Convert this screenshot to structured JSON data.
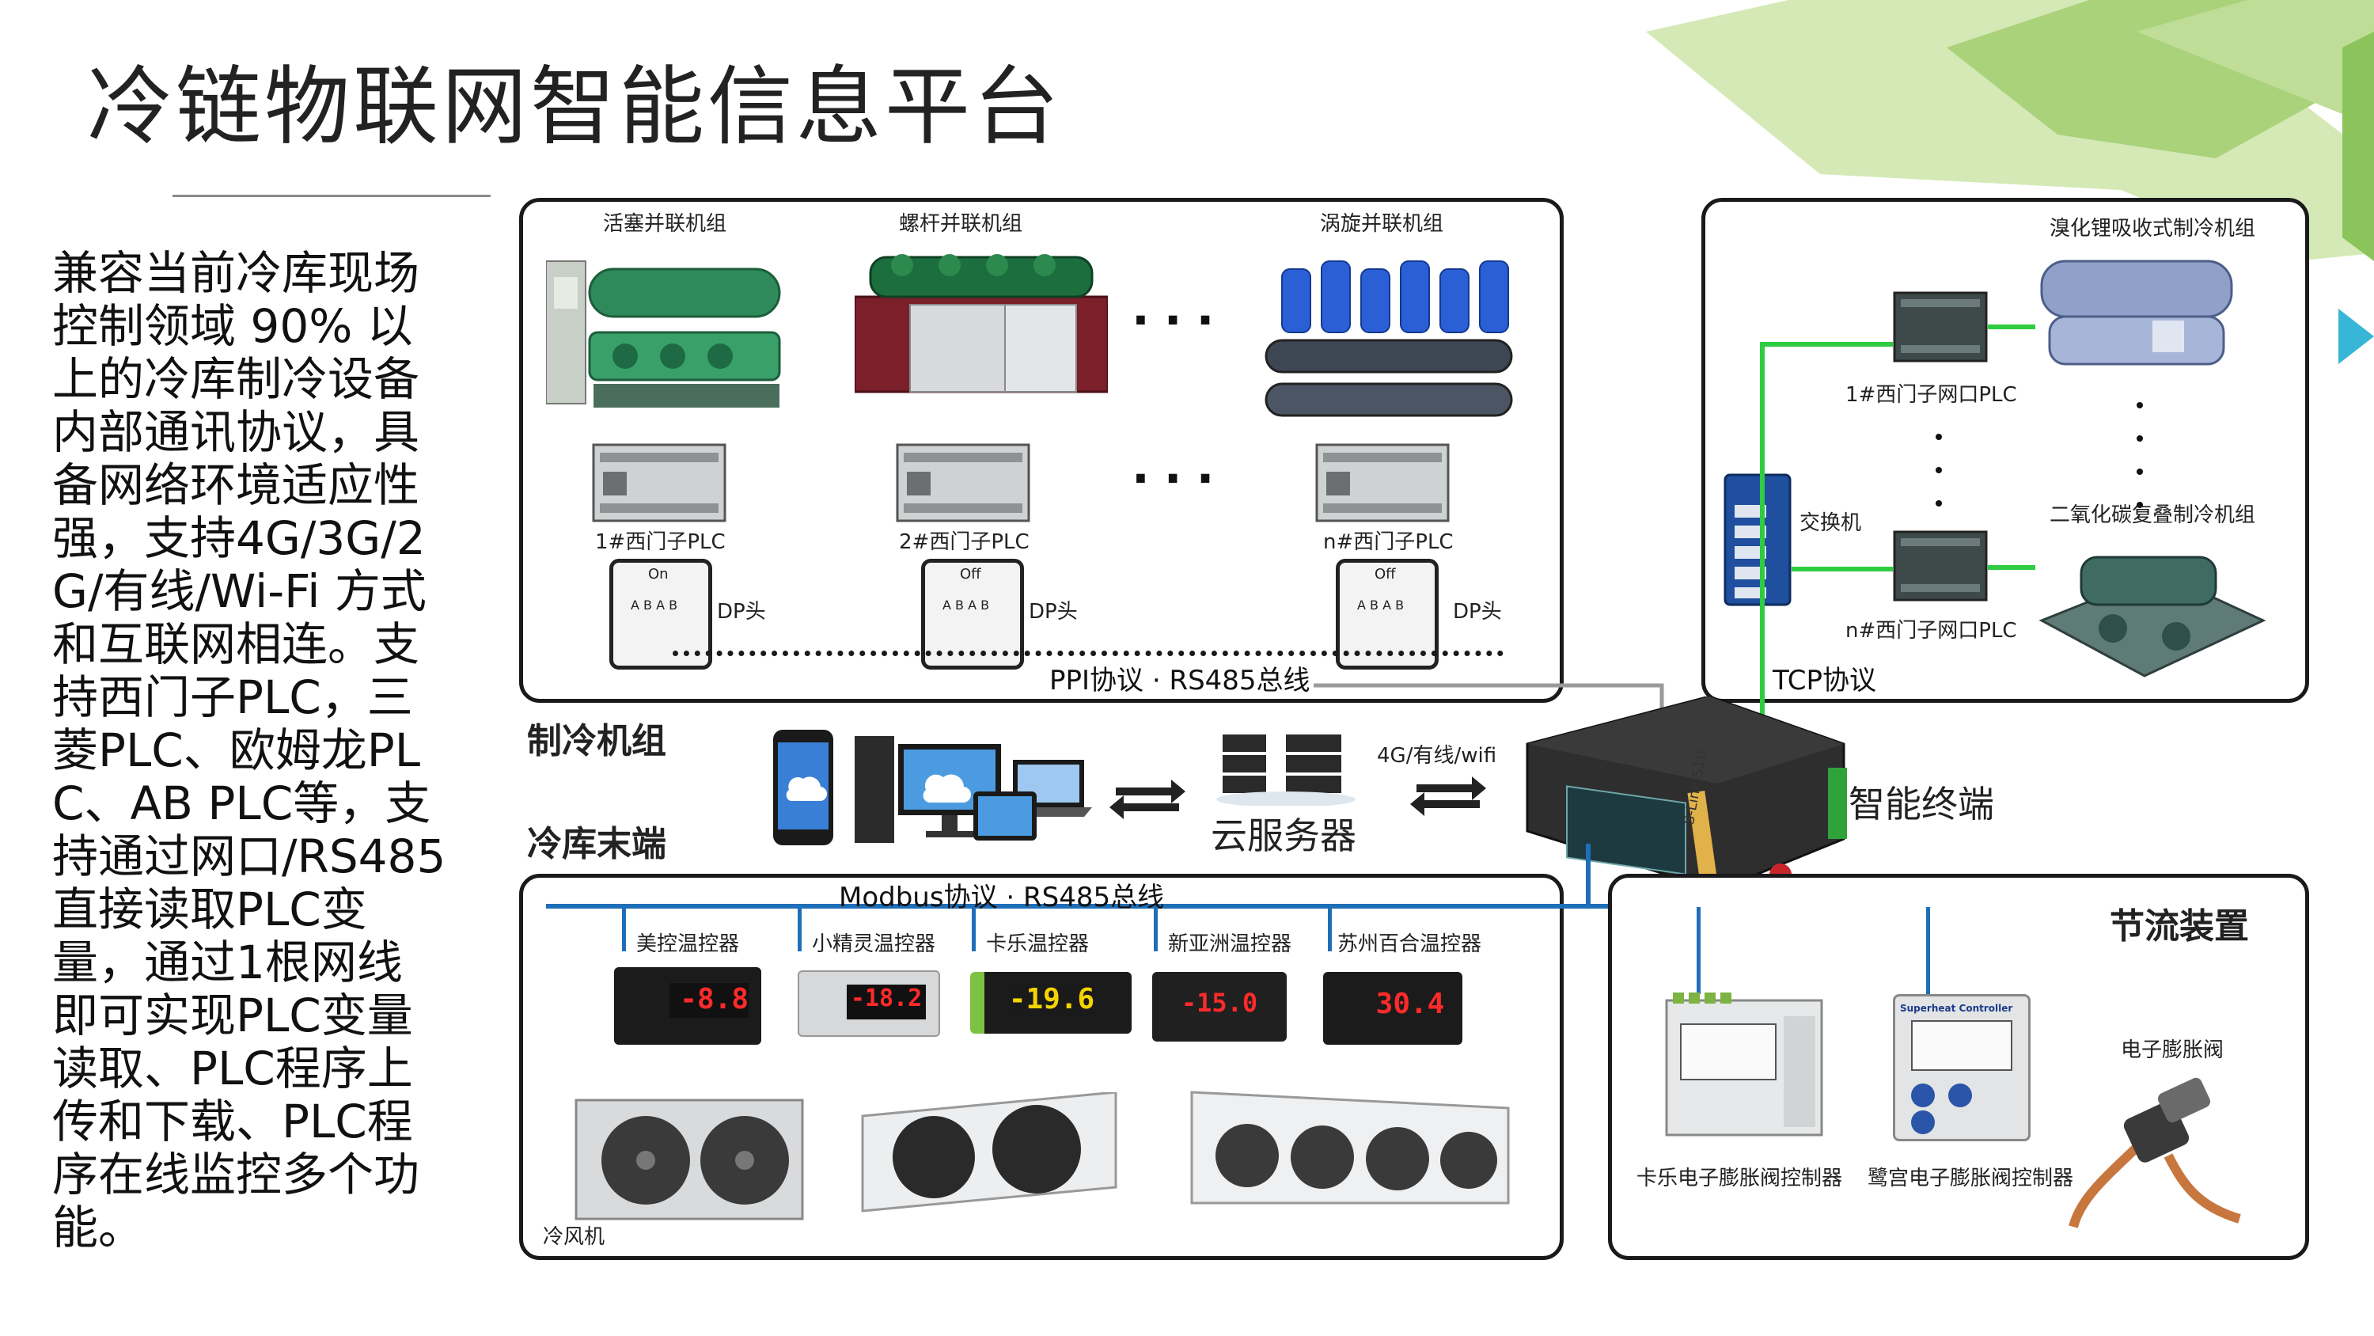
{
  "title": "冷链物联网智能信息平台",
  "description": "兼容当前冷库现场控制领域 90% 以上的冷库制冷设备内部通讯协议，具备网络环境适应性强，支持4G/3G/2G/有线/Wi-Fi 方式和互联网相连。支持西门子PLC，三菱PLC、欧姆龙PLC、AB PLC等，支持通过网口/RS485直接读取PLC变量，通过1根网线即可实现PLC变量读取、PLC程序上传和下载、PLC程序在线监控多个功能。",
  "units": {
    "u1": "活塞并联机组",
    "u2": "螺杆并联机组",
    "u3": "涡旋并联机组"
  },
  "plcs": {
    "p1": "1#西门子PLC",
    "p2": "2#西门子PLC",
    "p3": "n#西门子PLC"
  },
  "dp_head": "DP头",
  "dp_switch": {
    "s1": "On",
    "s2": "Off",
    "s3": "Off",
    "pins": "A B A B"
  },
  "ppi_bus": "PPI协议 · RS485总线",
  "section_refrigeration": "制冷机组",
  "section_cold_end": "冷库末端",
  "cloud_server": "云服务器",
  "network_4g": "4G/有线/wifi",
  "smart_terminal": "智能终端",
  "terminal_model": "S-Link S10",
  "right_top": {
    "chiller1": "溴化锂吸收式制冷机组",
    "plc1": "1#西门子网口PLC",
    "switch": "交换机",
    "chiller2": "二氧化碳复叠制冷机组",
    "plcn": "n#西门子网口PLC",
    "tcp": "TCP协议"
  },
  "modbus_bus": "Modbus协议 · RS485总线",
  "controllers": {
    "c1": "美控温控器",
    "c2": "小精灵温控器",
    "c3": "卡乐温控器",
    "c4": "新亚洲温控器",
    "c5": "苏州百合温控器"
  },
  "controller_readings": {
    "r1": "-8.8",
    "r2": "-18.2",
    "r3": "-19.6",
    "r4": "-15.0",
    "r5": "30.4"
  },
  "air_cooler": "冷风机",
  "throttle": {
    "title": "节流装置",
    "valve": "电子膨胀阀",
    "carel": "卡乐电子膨胀阀控制器",
    "eagle": "鹭宫电子膨胀阀控制器",
    "eagle_device_text": "Superheat Controller"
  },
  "colors": {
    "green_deco_light": "#c9e3a8",
    "green_deco_mid": "#a6d07a",
    "bus_blue": "#1f6fb8",
    "bus_green": "#2ecc40",
    "teal_arrow": "#38b6d8"
  }
}
